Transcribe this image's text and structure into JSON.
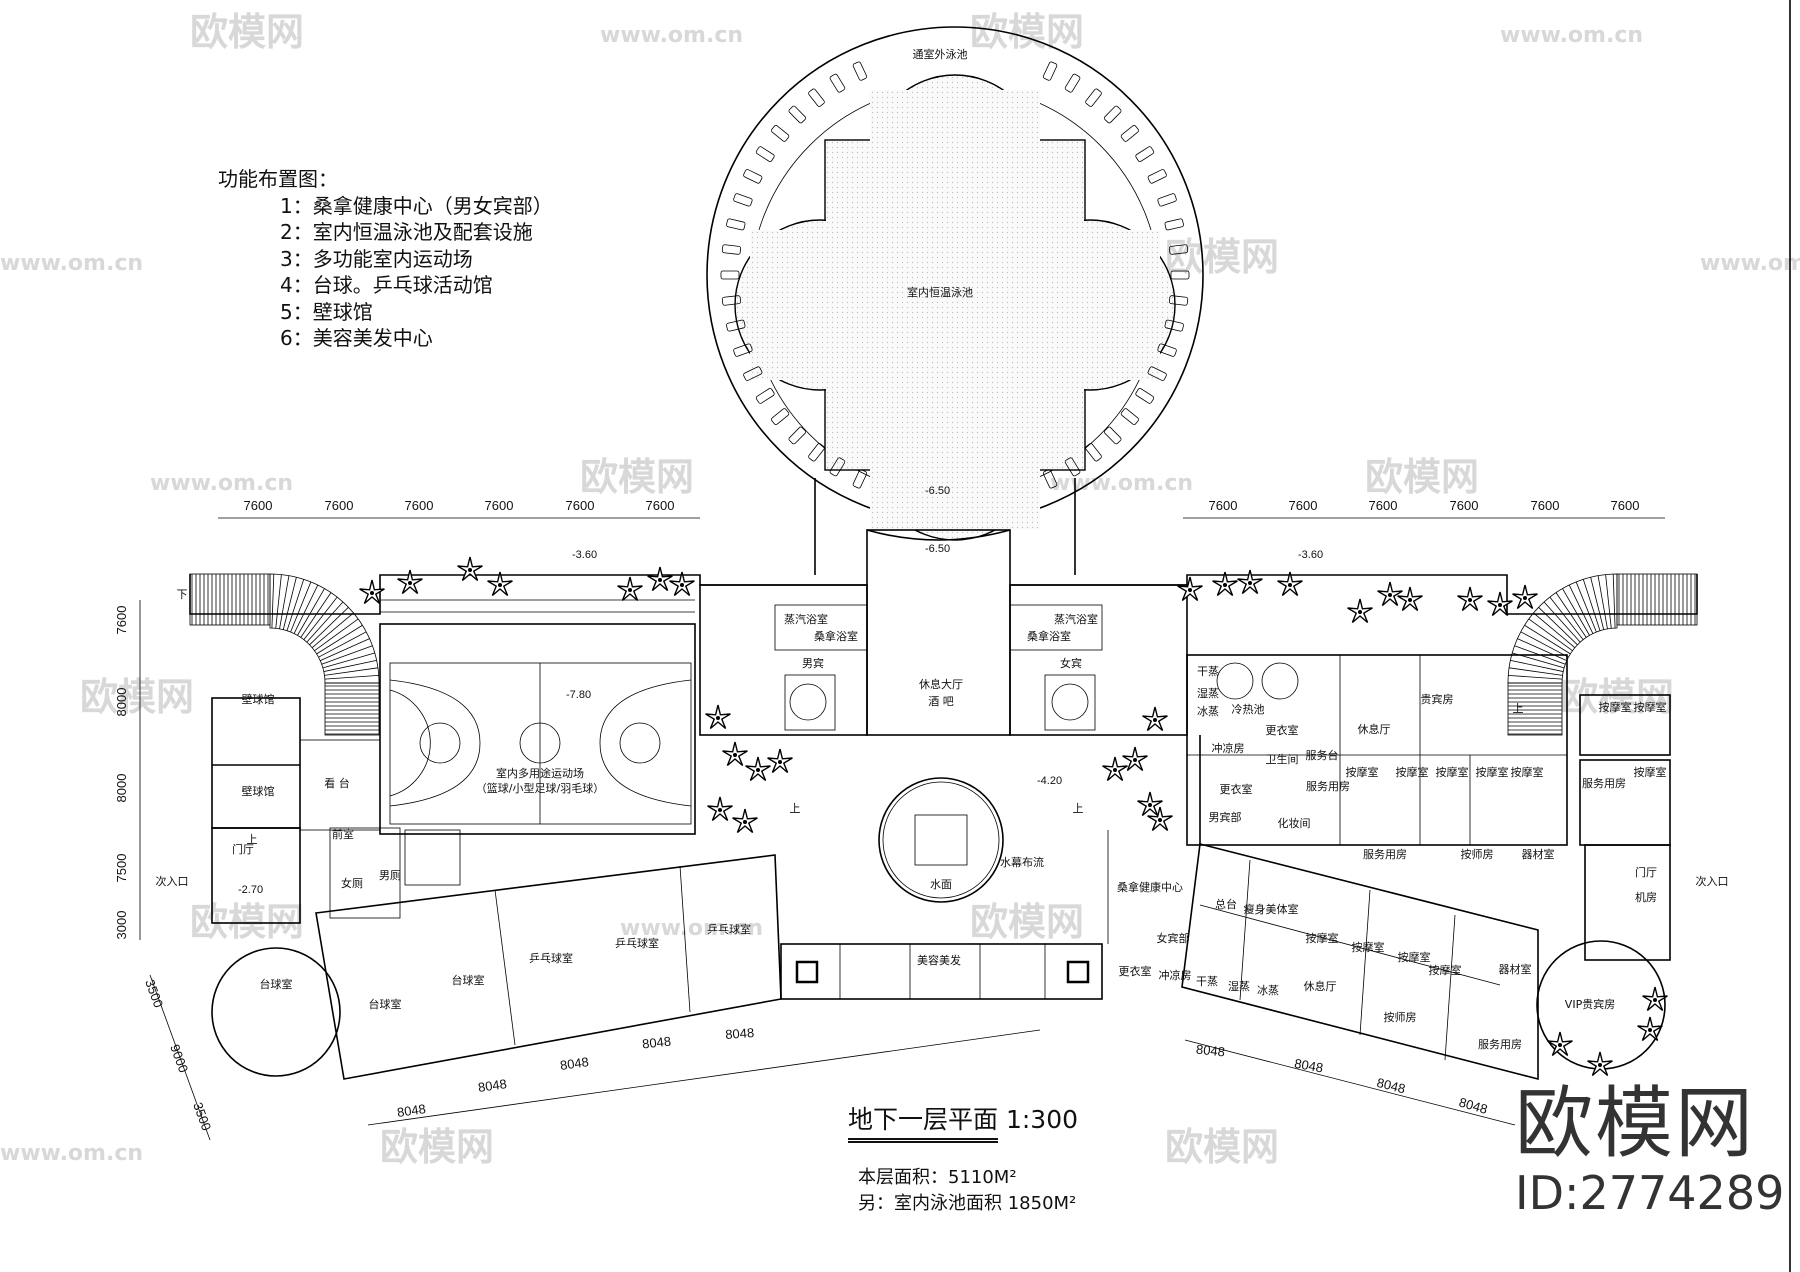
{
  "legend": {
    "title": "功能布置图：",
    "items": [
      "1：桑拿健康中心（男女宾部）",
      "2：室内恒温泳池及配套设施",
      "3：多功能室内运动场",
      "4：台球。乒乓球活动馆",
      "5：壁球馆",
      "6：美容美发中心"
    ]
  },
  "plan": {
    "title": "地下一层平面",
    "scale": "1:300",
    "floor_area": "本层面积：5110M²",
    "pool_area": "另：室内泳池面积 1850M²"
  },
  "brand": {
    "logo": "欧模网",
    "id": "ID:2774289"
  },
  "watermarks": {
    "logo": "欧模网",
    "url": "www.om.cn"
  },
  "dimensions": {
    "top": "7600",
    "left": [
      "7600",
      "8000",
      "8000",
      "7500",
      "3000"
    ],
    "left_diag": [
      "3500",
      "9000",
      "3500"
    ],
    "bottom": "8048"
  },
  "levels": [
    "-6.50",
    "-6.50",
    "-3.60",
    "-3.60",
    "-7.80",
    "-4.20",
    "-2.70"
  ],
  "rooms": [
    "通室外泳池",
    "室内恒温泳池",
    "壁球馆",
    "壁球馆",
    "看 台",
    "室内多用途运动场",
    "（篮球/小型足球/羽毛球）",
    "休息大厅",
    "酒 吧",
    "男宾",
    "女宾",
    "蒸汽浴室",
    "桑拿浴室",
    "蒸汽浴室",
    "桑拿浴室",
    "水面",
    "水幕布流",
    "美容美发",
    "乒乓球室",
    "乒乓球室",
    "乒乓球室",
    "台球室",
    "台球室",
    "台球室",
    "门厅",
    "前室",
    "女厕",
    "男厕",
    "次入口",
    "次入口",
    "干蒸",
    "湿蒸",
    "冰蒸",
    "冷热池",
    "更衣室",
    "冲凉房",
    "卫生间",
    "服务台",
    "服务用房",
    "更衣室",
    "男宾部",
    "化妆间",
    "休息厅",
    "贵宾房",
    "按摩室",
    "按摩室",
    "按摩室",
    "按摩室",
    "按摩室",
    "按摩室",
    "按摩室",
    "服务用房",
    "按摩室",
    "服务用房",
    "按师房",
    "器材室",
    "门厅",
    "机房",
    "桑拿健康中心",
    "总台",
    "瘦身美体室",
    "按摩室",
    "按摩室",
    "按摩室",
    "按摩室",
    "女宾部",
    "更衣室",
    "冲凉房",
    "干蒸",
    "湿蒸",
    "冰蒸",
    "休息厅",
    "按师房",
    "服务用房",
    "器材室",
    "VIP贵宾房",
    "上",
    "上",
    "上",
    "上",
    "下"
  ]
}
